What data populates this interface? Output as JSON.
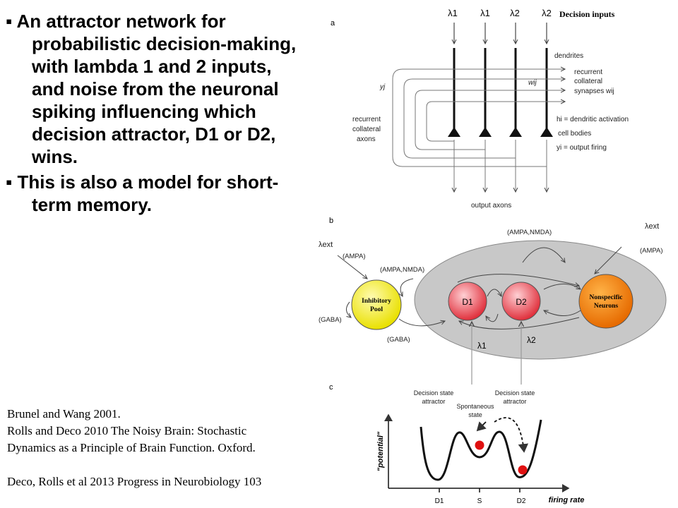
{
  "bullets": [
    "An attractor network for probabilistic decision-making, with lambda 1 and 2 inputs, and noise from the neuronal spiking influencing which decision attractor, D1 or D2, wins.",
    "This is also a model for short-term memory."
  ],
  "references": {
    "r1": "Brunel and Wang 2001.",
    "r2a": "Rolls and Deco 2010 The Noisy Brain:   Stochastic",
    "r2b": "Dynamics as a Principle of Brain Function. Oxford.",
    "r3": "Deco, Rolls et al 2013 Progress in Neurobiology 103"
  },
  "panel_a": {
    "label": "a",
    "decision_inputs": "Decision inputs",
    "lambda_labels": [
      "λ1",
      "λ1",
      "λ2",
      "λ2"
    ],
    "yj": "yj",
    "wij": "wij",
    "dendrites": "dendrites",
    "recurrent_collateral_synapses": [
      "recurrent",
      "collateral",
      "synapses wij"
    ],
    "dendritic_activation": "hi = dendritic activation",
    "cell_bodies": "cell bodies",
    "output_firing": "yi = output firing",
    "recurrent_collateral_axons": [
      "recurrent",
      "collateral",
      "axons"
    ],
    "output_axons": "output axons"
  },
  "panel_b": {
    "label": "b",
    "ampa_nmda_top": "(AMPA,NMDA)",
    "lambda_ext_right": "λext",
    "ampa_right": "(AMPA)",
    "lambda_ext_left": "λext",
    "ampa_left": "(AMPA)",
    "ampa_nmda_left": "(AMPA,NMDA)",
    "inhibitory_pool": [
      "Inhibitory",
      "Pool"
    ],
    "d1": "D1",
    "d2": "D2",
    "nonspecific": [
      "Nonspecific",
      "Neurons"
    ],
    "gaba_left": "(GABA)",
    "gaba_bottom": "(GABA)",
    "lambda1": "λ1",
    "lambda2": "λ2",
    "colors": {
      "inhibitory": "#f4ee4a",
      "decision": "#e8414b",
      "nonspecific": "#f29422",
      "background_ellipse": "#c8c8c8"
    }
  },
  "panel_c": {
    "label": "c",
    "decision_state_left": [
      "Decision state",
      "attractor"
    ],
    "spontaneous_state": [
      "Spontaneous",
      "state"
    ],
    "decision_state_right": [
      "Decision state",
      "attractor"
    ],
    "y_axis": "\"potential\"",
    "x_axis": "firing rate",
    "ticks": [
      "D1",
      "S",
      "D2"
    ],
    "ball_color": "#e01010"
  }
}
